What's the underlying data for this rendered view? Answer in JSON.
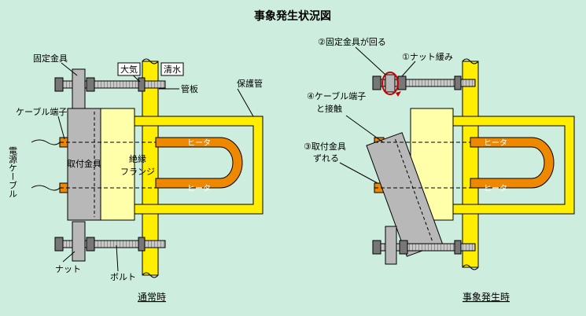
{
  "title": "事象発生状況図",
  "left": {
    "caption": "通常時",
    "labels": {
      "fixing_bracket": "固定金具",
      "atmosphere": "大気",
      "fresh_water": "清水",
      "tube_plate": "管板",
      "protection_tube": "保護管",
      "cable_terminal": "ケーブル端子",
      "power_cable": "電源ケーブル",
      "mounting_bracket": "取付金具",
      "insulation_flange_1": "絶縁",
      "insulation_flange_2": "フランジ",
      "heater_top": "ヒータ",
      "heater_bottom": "ヒータ",
      "nut": "ナット",
      "bolt": "ボルト"
    }
  },
  "right": {
    "caption": "事象発生時",
    "labels": {
      "note2": "②固定金具が回る",
      "note1": "①ナット緩み",
      "note4_a": "④ケーブル端子",
      "note4_b": "と接触",
      "note3_a": "③取付金具",
      "note3_b": "ずれる",
      "heater_top": "ヒータ",
      "heater_bottom": "ヒータ"
    }
  },
  "colors": {
    "background": "#cdeede",
    "yellow": "#ffee00",
    "flange": "#ffffaa",
    "heater": "#ee8800",
    "metal": "#b8b8b8",
    "red_arrow": "#cc0000"
  }
}
